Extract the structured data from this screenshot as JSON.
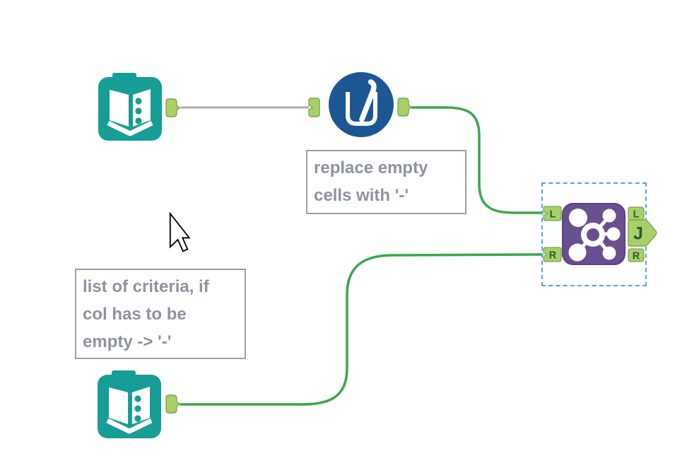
{
  "canvas": {
    "background": "#ffffff"
  },
  "colors": {
    "tool_teal": "#169d95",
    "tool_blue": "#1c5794",
    "tool_purple": "#6a4f90",
    "anchor_fill": "#a8d069",
    "anchor_border": "#7ea647",
    "anchor_text": "#2b5c2c",
    "wire_green": "#3ba74b",
    "wire_gray": "#acacac",
    "annotation_border": "#9e9e9e",
    "annotation_text": "#8d949e",
    "selection_dash": "#54a3e8"
  },
  "tools": {
    "input_top": {
      "icon": "open-book-icon",
      "tool": "input-data"
    },
    "formula": {
      "icon": "beaker-pen-icon",
      "tool": "formula"
    },
    "join": {
      "icon": "join-network-icon",
      "tool": "join",
      "selected": true,
      "anchors": {
        "in_left": "L",
        "in_right": "R",
        "out_left": "L",
        "out_join": "J",
        "out_right": "R"
      }
    },
    "input_bottom": {
      "icon": "open-book-icon",
      "tool": "input-data"
    }
  },
  "annotations": {
    "formula_note": {
      "lines": [
        "replace empty",
        "cells with '-'"
      ]
    },
    "criteria_note": {
      "lines": [
        "list of criteria, if",
        "col has to be",
        "empty -> '-'"
      ]
    }
  },
  "cursor": {
    "icon": "arrow-cursor-icon"
  }
}
